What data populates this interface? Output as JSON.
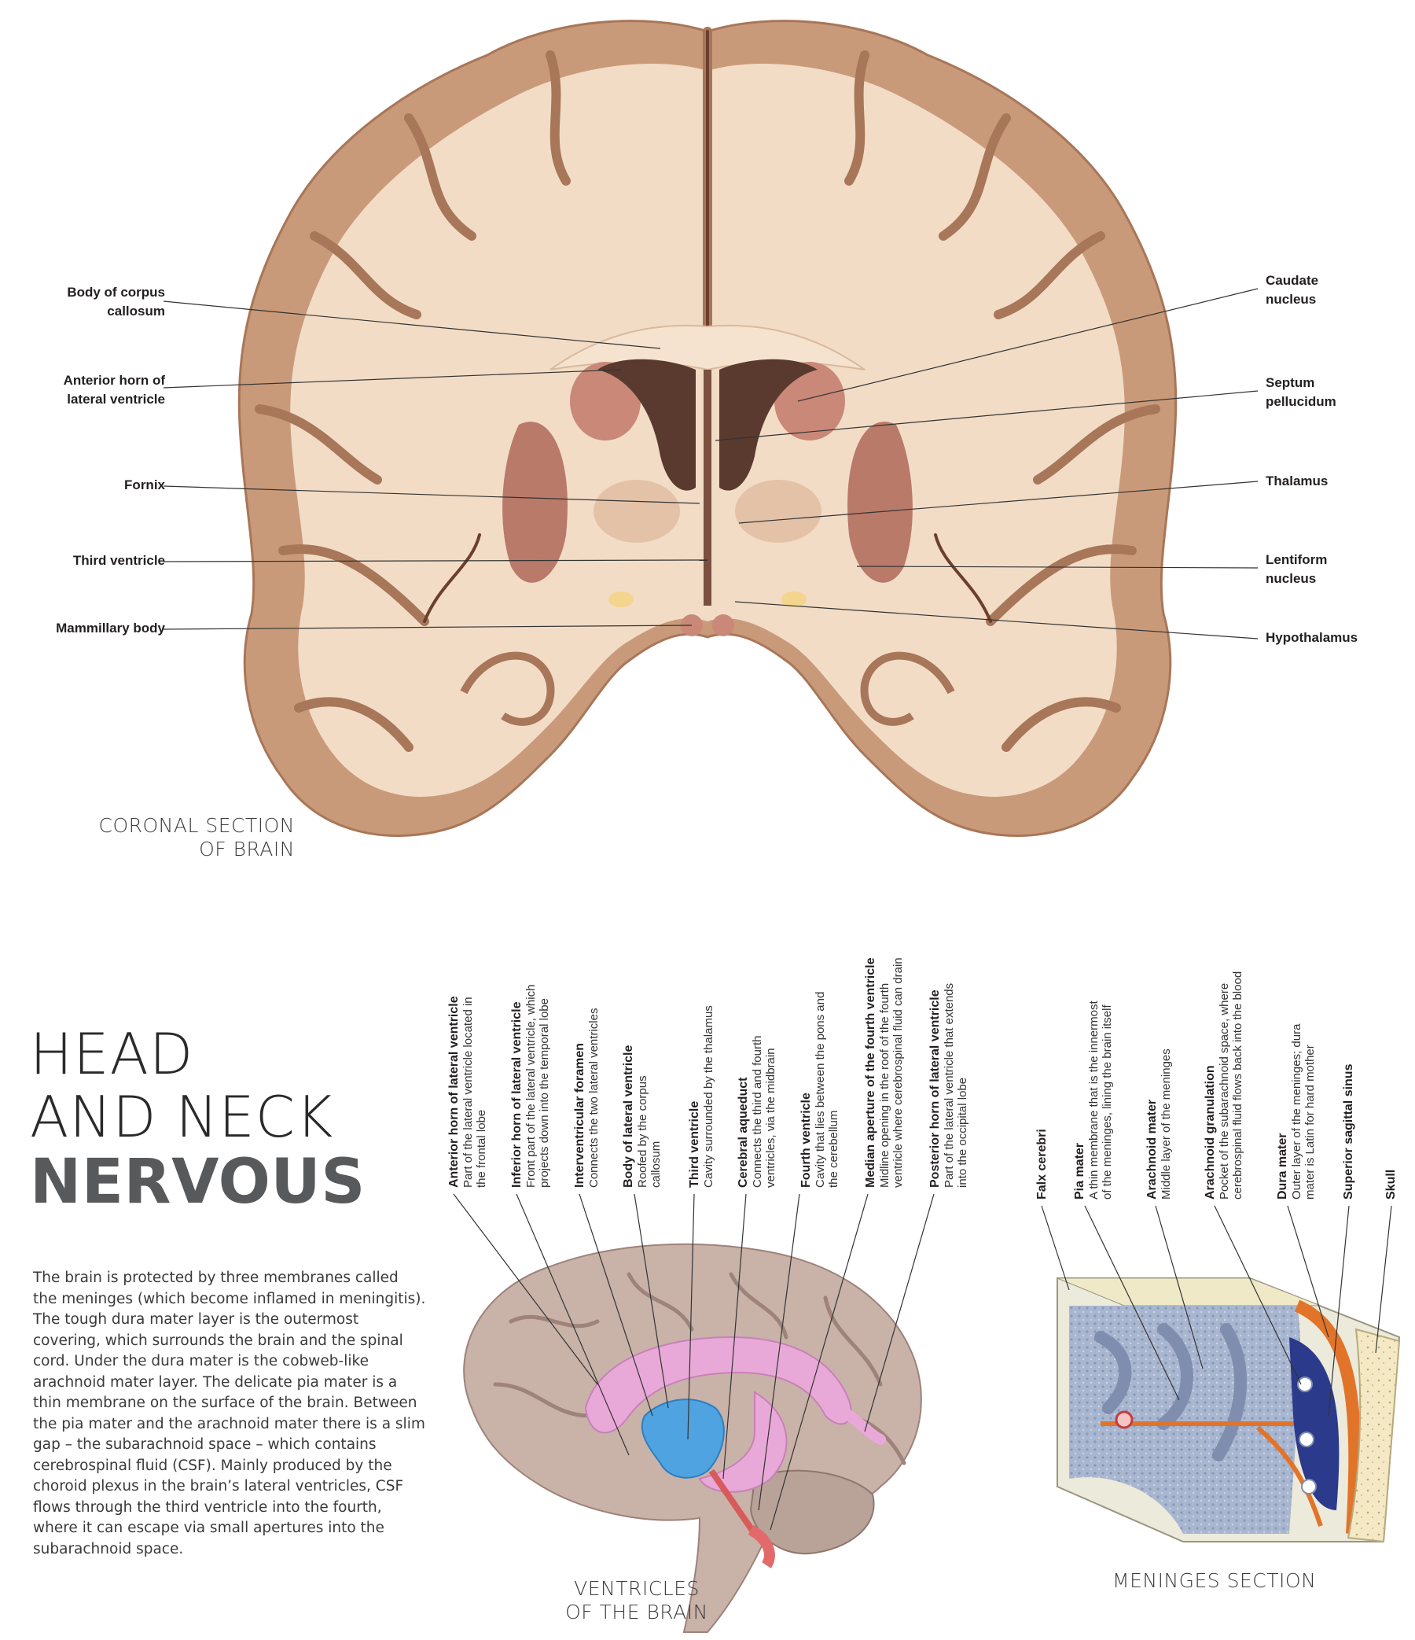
{
  "coronal": {
    "caption_line1": "CORONAL SECTION",
    "caption_line2": "OF BRAIN",
    "labels_left": [
      {
        "line1": "Body of corpus",
        "line2": "callosum"
      },
      {
        "line1": "Anterior horn of",
        "line2": "lateral ventricle"
      },
      {
        "line1": "Fornix",
        "line2": ""
      },
      {
        "line1": "Third ventricle",
        "line2": ""
      },
      {
        "line1": "Mammillary body",
        "line2": ""
      }
    ],
    "labels_right": [
      {
        "line1": "Caudate",
        "line2": "nucleus"
      },
      {
        "line1": "Septum",
        "line2": "pellucidum"
      },
      {
        "line1": "Thalamus",
        "line2": ""
      },
      {
        "line1": "Lentiform",
        "line2": "nucleus"
      },
      {
        "line1": "Hypothalamus",
        "line2": ""
      }
    ]
  },
  "title": {
    "line1": "HEAD",
    "line2": "AND NECK",
    "line3": "NERVOUS"
  },
  "intro": "The brain is protected by three membranes called the meninges (which become inflamed in meningitis). The tough dura mater layer is the outermost covering, which surrounds the brain and the spinal cord. Under the dura mater is the cobweb-like arachnoid mater layer. The delicate pia mater is a thin membrane on the surface of the brain. Between the pia mater and the arachnoid mater there is a slim gap – the subarachnoid space – which contains cerebrospinal fluid (CSF). Mainly produced by the choroid plexus in the brain’s lateral ventricles, CSF flows through the third ventricle into the fourth, where it can escape via small apertures into the subarachnoid space.",
  "ventricles": {
    "caption_line1": "VENTRICLES",
    "caption_line2": "OF THE BRAIN",
    "labels": [
      {
        "title": "Anterior horn of lateral ventricle",
        "desc1": "Part of the lateral ventricle located in",
        "desc2": "the frontal lobe"
      },
      {
        "title": "Inferior horn of lateral ventricle",
        "desc1": "Front part of the lateral ventricle, which",
        "desc2": "projects down into the temporal lobe"
      },
      {
        "title": "Interventricular foramen",
        "desc1": "Connects the two lateral ventricles",
        "desc2": ""
      },
      {
        "title": "Body of lateral ventricle",
        "desc1": "Roofed by the corpus",
        "desc2": "callosum"
      },
      {
        "title": "Third ventricle",
        "desc1": "Cavity surrounded by the thalamus",
        "desc2": ""
      },
      {
        "title": "Cerebral aqueduct",
        "desc1": "Connects the third and fourth",
        "desc2": "ventricles, via the midbrain"
      },
      {
        "title": "Fourth ventricle",
        "desc1": "Cavity that lies between the pons and",
        "desc2": "the cerebellum"
      },
      {
        "title": "Median aperture of the fourth ventricle",
        "desc1": "Midline opening in the roof of the fourth",
        "desc2": "ventricle where cerebrospinal fluid can drain"
      },
      {
        "title": "Posterior horn of lateral ventricle",
        "desc1": "Part of the lateral ventricle that extends",
        "desc2": "into the occipital lobe"
      }
    ]
  },
  "meninges": {
    "caption": "MENINGES SECTION",
    "labels": [
      {
        "title": "Falx cerebri",
        "desc1": "",
        "desc2": ""
      },
      {
        "title": "Pia mater",
        "desc1": "A thin membrane that is the innermost",
        "desc2": "of the meninges, lining the brain itself"
      },
      {
        "title": "Arachnoid mater",
        "desc1": "Middle layer of the meninges",
        "desc2": ""
      },
      {
        "title": "Arachnoid granulation",
        "desc1": "Pocket of the subarachnoid space, where",
        "desc2": "cerebrospinal fluid flows back into the blood"
      },
      {
        "title": "Dura mater",
        "desc1": "Outer layer of the meninges; dura",
        "desc2": "mater is Latin for hard mother"
      },
      {
        "title": "Superior sagittal sinus",
        "desc1": "",
        "desc2": ""
      },
      {
        "title": "Skull",
        "desc1": "",
        "desc2": ""
      }
    ]
  },
  "colors": {
    "grey_matter": "#c99a7a",
    "white_matter": "#f2dcc6",
    "nucleus": "#b97a6a",
    "ventricle_dark": "#5a3a2e",
    "lateral_ventricle": "#e9a9d8",
    "third_ventricle": "#4fa3e0",
    "brain_surface": "#c9b2a8",
    "dura": "#e2742a",
    "sinus": "#2c3a8c",
    "bone": "#f4e9c4"
  }
}
